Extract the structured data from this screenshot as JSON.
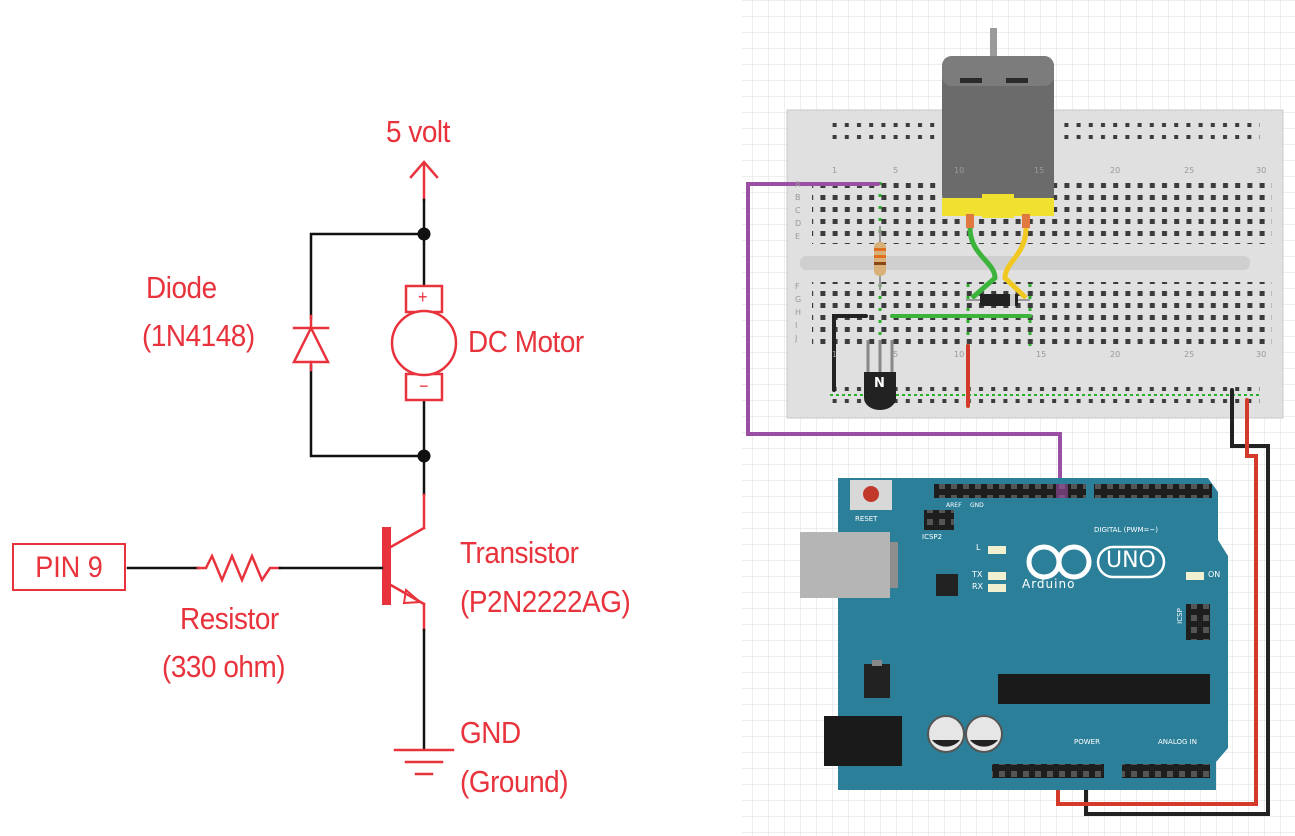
{
  "schematic": {
    "supply_label": "5 volt",
    "diode_label": "Diode",
    "diode_part": "(1N4148)",
    "motor_label": "DC Motor",
    "motor_plus": "+",
    "motor_minus": "−",
    "transistor_label": "Transistor",
    "transistor_part": "(P2N2222AG)",
    "pin_label": "PIN 9",
    "resistor_label": "Resistor",
    "resistor_value": "(330 ohm)",
    "gnd_label": "GND",
    "gnd_desc": "(Ground)",
    "accent_color": "#e8323c"
  },
  "breadboard": {
    "col_numbers_top": [
      "1",
      "5",
      "10",
      "15",
      "20",
      "25",
      "30"
    ],
    "col_numbers_bottom": [
      "1",
      "5",
      "10",
      "15",
      "20",
      "25",
      "30"
    ],
    "row_letters_top": [
      "A",
      "B",
      "C",
      "D",
      "E"
    ],
    "row_letters_bottom": [
      "F",
      "G",
      "H",
      "I",
      "J"
    ],
    "transistor_mark": "N"
  },
  "arduino": {
    "brand": "Arduino",
    "model": "UNO",
    "reset_label": "RESET",
    "icsp2_label": "ICSP2",
    "icsp_label": "ICSP",
    "digital_label": "DIGITAL (PWM=~)",
    "power_label": "POWER",
    "analog_label": "ANALOG IN",
    "aref_label": "AREF",
    "gnd_label": "GND",
    "led_l": "L",
    "led_tx": "TX",
    "led_rx": "RX",
    "led_on": "ON",
    "board_color": "#2b7f99"
  }
}
